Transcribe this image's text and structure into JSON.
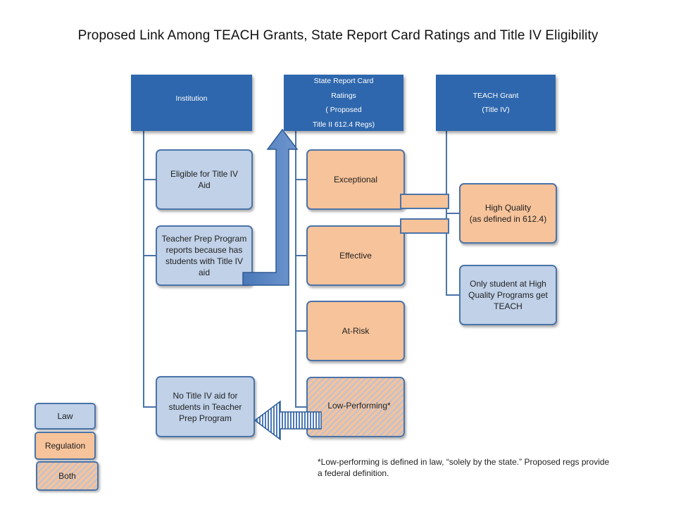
{
  "title": "Proposed Link Among TEACH Grants, State Report Card Ratings and Title IV Eligibility",
  "headers": {
    "institution": [
      "Institution"
    ],
    "state_report_card": [
      "State Report Card",
      "Ratings",
      "( Proposed",
      "Title II 612.4 Regs)"
    ],
    "teach_grant": [
      "TEACH Grant",
      "(Title IV)"
    ]
  },
  "institution_items": {
    "eligible": "Eligible for Title IV Aid",
    "reports": "Teacher Prep Program reports because has students with Title IV aid",
    "no_aid": "No Title IV aid for students in Teacher Prep Program"
  },
  "ratings": {
    "exceptional": "Exceptional",
    "effective": "Effective",
    "at_risk": "At-Risk",
    "low_performing": "Low-Performing*"
  },
  "teach_items": {
    "high_quality_1": "High Quality",
    "high_quality_2": "(as defined in 612.4)",
    "only_students": "Only student at High Quality Programs get TEACH"
  },
  "legend": {
    "law": "Law",
    "regulation": "Regulation",
    "both": "Both"
  },
  "footnote": "*Low-performing is defined in law, “solely by the state.” Proposed regs provide a federal definition.",
  "colors": {
    "header": "#2e67ad",
    "law": "#c0d1e8",
    "regulation": "#f7c39a",
    "border": "#4b74a8"
  }
}
